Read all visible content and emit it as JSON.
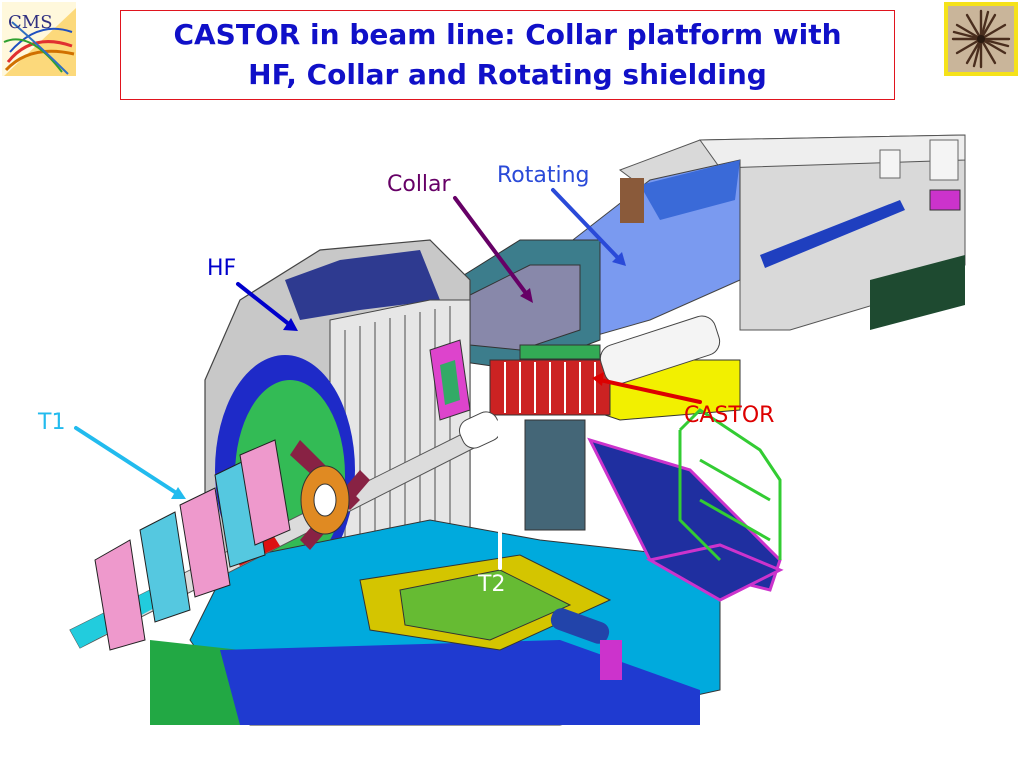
{
  "slide": {
    "title": "CASTOR in beam line: Collar platform with\nHF, Collar and Rotating shielding"
  },
  "logos": {
    "left": {
      "text": "CMS",
      "icon": "cms-logo-icon"
    },
    "right": {
      "icon": "castor-emblem-icon"
    }
  },
  "labels": {
    "collar": "Collar",
    "rotating": "Rotating",
    "hf": "HF",
    "t1": "T1",
    "t2": "T2",
    "castor": "CASTOR"
  },
  "colors": {
    "title": "#1010c8",
    "title_border": "#e0141e",
    "collar": "#660066",
    "rotating": "#2a4ad8",
    "hf": "#0000cc",
    "t1": "#22bbee",
    "t2": "#ffffff",
    "castor": "#dd0000"
  }
}
